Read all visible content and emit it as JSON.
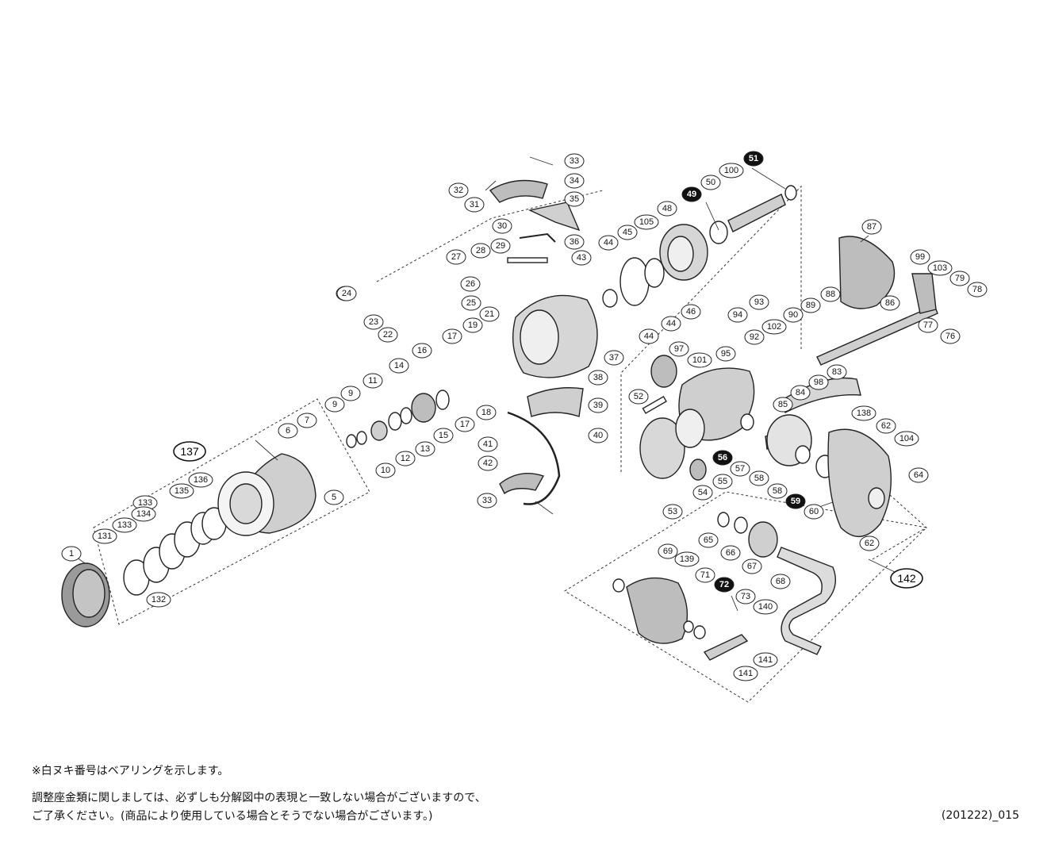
{
  "footnotes": {
    "bearing_note": "※白ヌキ番号はベアリングを示します。",
    "adjust_line1": "調整座金類に関しましては、必ずしも分解図中の表現と一致しない場合がございますので、",
    "adjust_line2": "ご了承ください。(商品により使用している場合とそうでない場合がございます。)",
    "doc_code": "(201222)_015"
  },
  "callouts": [
    {
      "label": "1",
      "bearing": false
    },
    {
      "label": "5",
      "bearing": false
    },
    {
      "label": "6",
      "bearing": false
    },
    {
      "label": "7",
      "bearing": false
    },
    {
      "label": "9",
      "bearing": false
    },
    {
      "label": "9",
      "bearing": false
    },
    {
      "label": "10",
      "bearing": false
    },
    {
      "label": "11",
      "bearing": false
    },
    {
      "label": "12",
      "bearing": false
    },
    {
      "label": "13",
      "bearing": false
    },
    {
      "label": "14",
      "bearing": false
    },
    {
      "label": "15",
      "bearing": false
    },
    {
      "label": "16",
      "bearing": false
    },
    {
      "label": "17",
      "bearing": false
    },
    {
      "label": "17",
      "bearing": false
    },
    {
      "label": "18",
      "bearing": false
    },
    {
      "label": "19",
      "bearing": false
    },
    {
      "label": "21",
      "bearing": false
    },
    {
      "label": "22",
      "bearing": false
    },
    {
      "label": "22",
      "bearing": false
    },
    {
      "label": "23",
      "bearing": false
    },
    {
      "label": "24",
      "bearing": false
    },
    {
      "label": "25",
      "bearing": false
    },
    {
      "label": "26",
      "bearing": false
    },
    {
      "label": "27",
      "bearing": false
    },
    {
      "label": "28",
      "bearing": false
    },
    {
      "label": "29",
      "bearing": false
    },
    {
      "label": "30",
      "bearing": false
    },
    {
      "label": "31",
      "bearing": false
    },
    {
      "label": "32",
      "bearing": false
    },
    {
      "label": "33",
      "bearing": false
    },
    {
      "label": "33",
      "bearing": false
    },
    {
      "label": "34",
      "bearing": false
    },
    {
      "label": "35",
      "bearing": false
    },
    {
      "label": "36",
      "bearing": false
    },
    {
      "label": "37",
      "bearing": false
    },
    {
      "label": "38",
      "bearing": false
    },
    {
      "label": "39",
      "bearing": false
    },
    {
      "label": "40",
      "bearing": false
    },
    {
      "label": "41",
      "bearing": false
    },
    {
      "label": "42",
      "bearing": false
    },
    {
      "label": "43",
      "bearing": false
    },
    {
      "label": "44",
      "bearing": false
    },
    {
      "label": "44",
      "bearing": false
    },
    {
      "label": "44",
      "bearing": false
    },
    {
      "label": "45",
      "bearing": false
    },
    {
      "label": "46",
      "bearing": false
    },
    {
      "label": "48",
      "bearing": false
    },
    {
      "label": "49",
      "bearing": true
    },
    {
      "label": "50",
      "bearing": false
    },
    {
      "label": "51",
      "bearing": true
    },
    {
      "label": "52",
      "bearing": false
    },
    {
      "label": "53",
      "bearing": false
    },
    {
      "label": "54",
      "bearing": false
    },
    {
      "label": "55",
      "bearing": false
    },
    {
      "label": "56",
      "bearing": true
    },
    {
      "label": "57",
      "bearing": false
    },
    {
      "label": "58",
      "bearing": false
    },
    {
      "label": "58",
      "bearing": false
    },
    {
      "label": "59",
      "bearing": true
    },
    {
      "label": "60",
      "bearing": false
    },
    {
      "label": "62",
      "bearing": false
    },
    {
      "label": "62",
      "bearing": false
    },
    {
      "label": "64",
      "bearing": false
    },
    {
      "label": "65",
      "bearing": false
    },
    {
      "label": "66",
      "bearing": false
    },
    {
      "label": "67",
      "bearing": false
    },
    {
      "label": "68",
      "bearing": false
    },
    {
      "label": "69",
      "bearing": false
    },
    {
      "label": "71",
      "bearing": false
    },
    {
      "label": "72",
      "bearing": true
    },
    {
      "label": "73",
      "bearing": false
    },
    {
      "label": "76",
      "bearing": false
    },
    {
      "label": "77",
      "bearing": false
    },
    {
      "label": "78",
      "bearing": false
    },
    {
      "label": "79",
      "bearing": false
    },
    {
      "label": "83",
      "bearing": false
    },
    {
      "label": "84",
      "bearing": false
    },
    {
      "label": "85",
      "bearing": false
    },
    {
      "label": "86",
      "bearing": false
    },
    {
      "label": "87",
      "bearing": false
    },
    {
      "label": "88",
      "bearing": false
    },
    {
      "label": "89",
      "bearing": false
    },
    {
      "label": "90",
      "bearing": false
    },
    {
      "label": "92",
      "bearing": false
    },
    {
      "label": "93",
      "bearing": false
    },
    {
      "label": "94",
      "bearing": false
    },
    {
      "label": "95",
      "bearing": false
    },
    {
      "label": "97",
      "bearing": false
    },
    {
      "label": "98",
      "bearing": false
    },
    {
      "label": "99",
      "bearing": false
    },
    {
      "label": "100",
      "bearing": false
    },
    {
      "label": "101",
      "bearing": false
    },
    {
      "label": "102",
      "bearing": false
    },
    {
      "label": "103",
      "bearing": false
    },
    {
      "label": "104",
      "bearing": false
    },
    {
      "label": "105",
      "bearing": false
    },
    {
      "label": "131",
      "bearing": false
    },
    {
      "label": "132",
      "bearing": false
    },
    {
      "label": "133",
      "bearing": false
    },
    {
      "label": "133",
      "bearing": false
    },
    {
      "label": "134",
      "bearing": false
    },
    {
      "label": "135",
      "bearing": false
    },
    {
      "label": "136",
      "bearing": false
    },
    {
      "label": "138",
      "bearing": false
    },
    {
      "label": "139",
      "bearing": false
    },
    {
      "label": "140",
      "bearing": false
    },
    {
      "label": "141",
      "bearing": false
    },
    {
      "label": "141",
      "bearing": false
    }
  ],
  "groups": [
    {
      "label": "137"
    },
    {
      "label": "142"
    }
  ]
}
